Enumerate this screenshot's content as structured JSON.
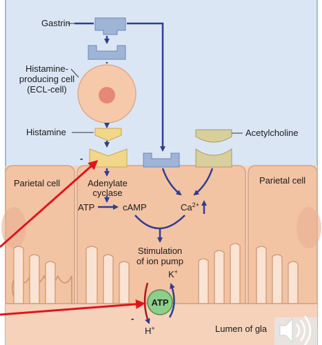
{
  "labels": {
    "gastrin": "Gastrin",
    "histamine_cell_line1": "Histamine-",
    "histamine_cell_line2": "producing cell",
    "histamine_cell_line3": "(ECL-cell)",
    "histamine": "Histamine",
    "acetylcholine": "Acetylcholine",
    "parietal_cell_left": "Parietal cell",
    "parietal_cell_right": "Parietal cell",
    "adenylate_line1": "Adenylate",
    "adenylate_line2": "cyclase",
    "atp": "ATP",
    "camp": "cAMP",
    "ca": "Ca",
    "ca_sup": "2+",
    "stimulation_line1": "Stimulation",
    "stimulation_line2": "of ion pump",
    "k": "K",
    "k_sup": "+",
    "pump_atp": "ATP",
    "h": "H",
    "h_sup": "+",
    "lumen": "Lumen of gla",
    "minus_top": "-",
    "minus_bottom": "-"
  },
  "colors": {
    "blood_bg": "#dbe6f5",
    "cell_fill": "#f3c4a4",
    "arrow_blue": "#2f3d8f",
    "pointer_red": "#e0141e",
    "pump_green": "#8dcf8a",
    "receptor_blue": "#9fb5d8",
    "receptor_yellow": "#f2d78a",
    "receptor_tan": "#d9cf9c"
  },
  "icons": {
    "speaker": "speaker-icon"
  }
}
